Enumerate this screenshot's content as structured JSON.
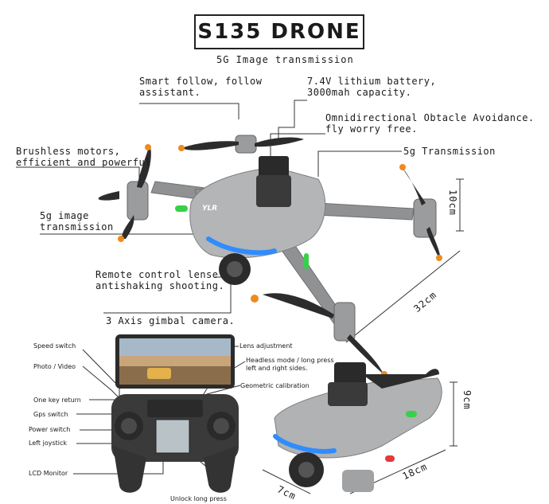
{
  "title": "S135 DRONE",
  "subtitle": "5G Image transmission",
  "callouts": {
    "smart_follow": "Smart follow, follow\nassistant.",
    "battery": "7.4V lithium battery,\n3000mah capacity.",
    "obstacle": "Omnidirectional Obtacle Avoidance.\nfly worry free.",
    "transmission_right": "5g Transmission",
    "motors": "Brushless motors,\nefficient and powerful",
    "image_transmission": "5g image\ntransmission",
    "remote_lens": "Remote control lense\nantishaking shooting.",
    "gimbal": "3 Axis gimbal camera."
  },
  "drone_marking": "YLR",
  "dimensions": {
    "height_top": "10cm",
    "diagonal": "32cm",
    "folded_height": "9cm",
    "folded_length": "18cm",
    "folded_width": "7cm"
  },
  "controller_labels": {
    "speed": "Speed switch",
    "photo": "Photo / Video",
    "return": "One key return",
    "gps": "Gps switch",
    "power": "Power switch",
    "joystick": "Left joystick",
    "lcd": "LCD Monitor",
    "lens_adj": "Lens adjustment",
    "headless": "Headless mode / long press\nleft and right sides.",
    "geo": "Geometric calibration",
    "unlock": "Unlock long press"
  },
  "colors": {
    "drone_body": "#a9abad",
    "prop_tip": "#f08a1c",
    "led_blue": "#2f8cff",
    "led_green": "#38d04a"
  }
}
